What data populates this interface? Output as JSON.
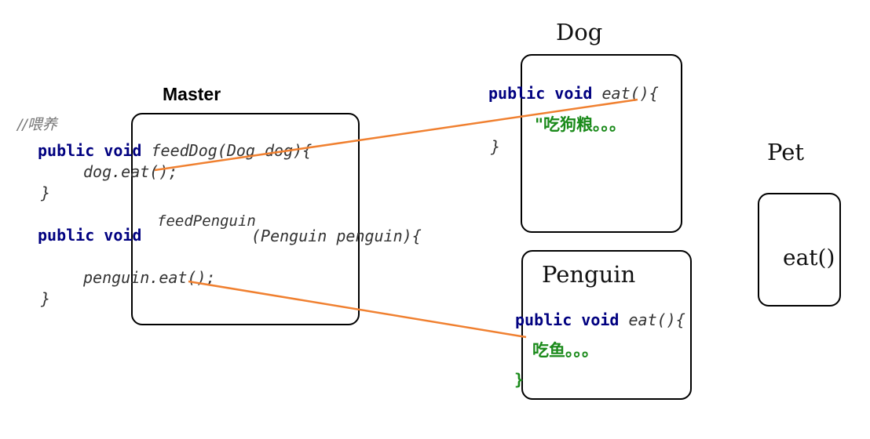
{
  "master": {
    "title": "Master",
    "comment": "//喂养",
    "feed_dog": {
      "modifiers": "public void",
      "signature": "feedDog(Dog dog){",
      "body": "dog.eat();",
      "close": "}"
    },
    "feed_penguin": {
      "modifiers": "public void",
      "name": "feedPenguin",
      "params": "(Penguin penguin){",
      "body": "penguin.eat();",
      "close": "}"
    }
  },
  "dog": {
    "title": "Dog",
    "modifiers": "public void",
    "method": "eat(){",
    "output": "\"吃狗粮。。。",
    "close": "}"
  },
  "penguin": {
    "title": "Penguin",
    "modifiers": "public void",
    "method": "eat(){",
    "output": "吃鱼。。。",
    "close": "}"
  },
  "pet": {
    "title": "Pet",
    "method": "eat()"
  },
  "colors": {
    "arrow": "#f08030",
    "keyword": "#000080",
    "output_text": "#1a8a1a"
  }
}
